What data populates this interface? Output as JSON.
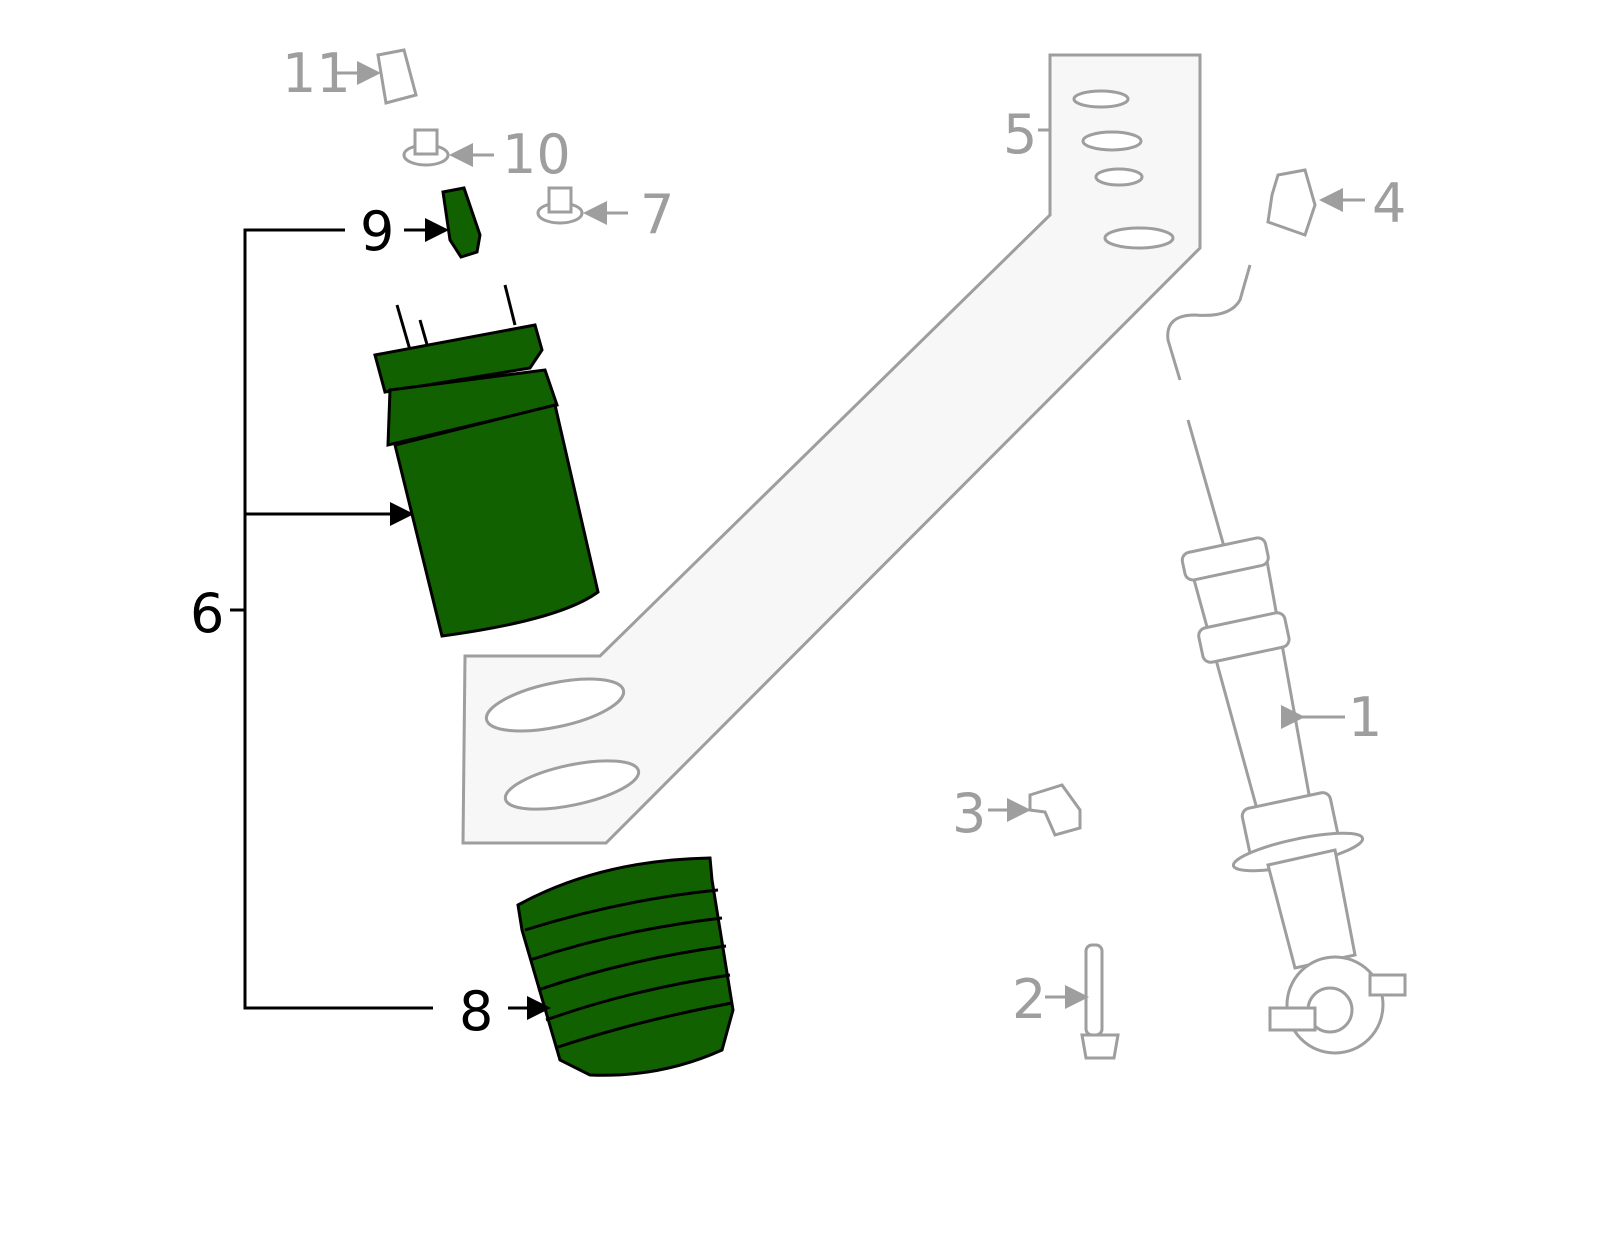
{
  "diagram": {
    "highlight_color": "#116100",
    "callouts": [
      {
        "number": "1",
        "highlighted": false
      },
      {
        "number": "2",
        "highlighted": false
      },
      {
        "number": "3",
        "highlighted": false
      },
      {
        "number": "4",
        "highlighted": false
      },
      {
        "number": "5",
        "highlighted": false
      },
      {
        "number": "6",
        "highlighted": true
      },
      {
        "number": "7",
        "highlighted": false
      },
      {
        "number": "8",
        "highlighted": true
      },
      {
        "number": "9",
        "highlighted": true
      },
      {
        "number": "10",
        "highlighted": false
      },
      {
        "number": "11",
        "highlighted": false
      }
    ]
  }
}
